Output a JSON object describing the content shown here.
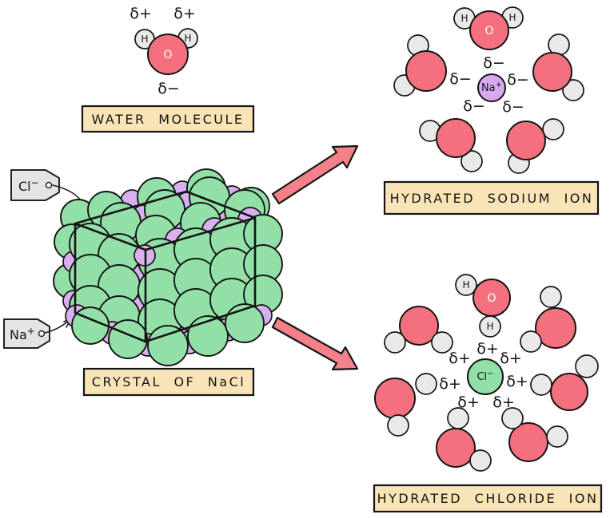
{
  "captions": {
    "water": "WATER MOLECULE",
    "crystal": "CRYSTAL OF NaCl",
    "sodium": "HYDRATED SODIUM ION",
    "chloride": "HYDRATED CHLORIDE ION"
  },
  "symbols": {
    "oxygen": "O",
    "hydrogen": "H",
    "delta_plus": "δ+",
    "delta_minus": "δ−",
    "sodium_base": "Na",
    "sodium_sup": "+",
    "chloride_base": "Cl",
    "chloride_sup": "−"
  },
  "colors": {
    "water_oxygen_red": "#f5707e",
    "hydrogen_gray": "#e9e9e9",
    "chloride_green": "#92e0a8",
    "sodium_purple": "#d9b0ef",
    "caption_background": "#f8e4b6",
    "tag_background": "#e4e4e4",
    "arrow_pink": "#f4818a",
    "outline": "#151515"
  }
}
